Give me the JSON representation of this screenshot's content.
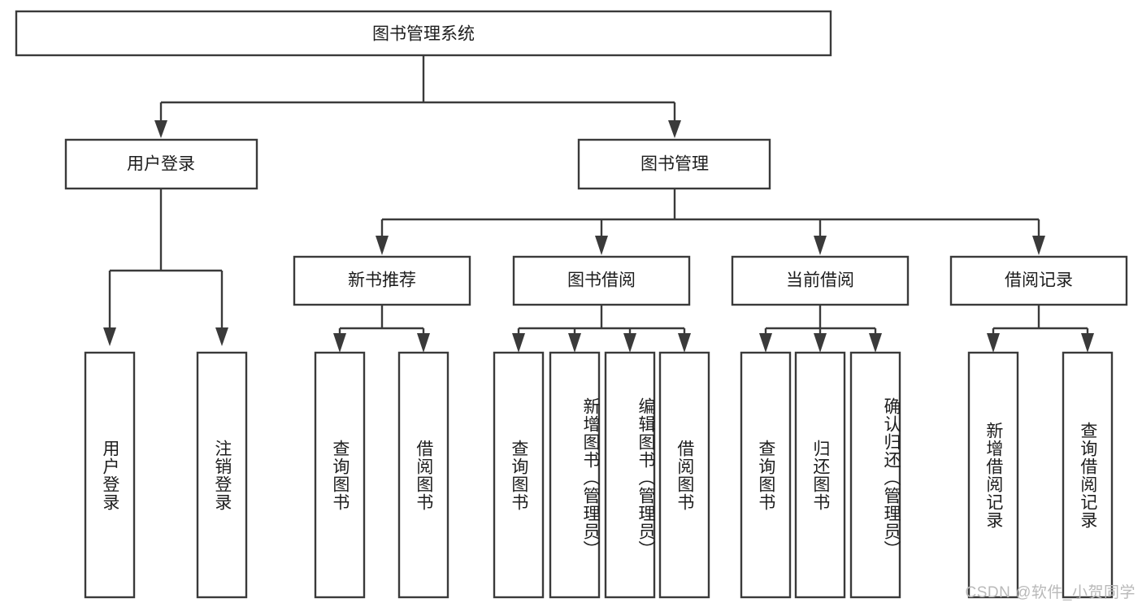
{
  "diagram": {
    "title": "图书管理系统",
    "type": "tree-hierarchy",
    "watermark": "CSDN @软件_小贺同学",
    "colors": {
      "stroke": "#3a3a3a",
      "node_fill": "#ffffff",
      "text": "#1d1d1d",
      "background": "#ffffff",
      "watermark": "#b9b9b9"
    },
    "root": {
      "label": "图书管理系统",
      "orientation": "horizontal"
    },
    "level1": [
      {
        "label": "用户登录",
        "orientation": "horizontal"
      },
      {
        "label": "图书管理",
        "orientation": "horizontal"
      }
    ],
    "level2": [
      {
        "label": "新书推荐",
        "orientation": "horizontal",
        "parent": "图书管理"
      },
      {
        "label": "图书借阅",
        "orientation": "horizontal",
        "parent": "图书管理"
      },
      {
        "label": "当前借阅",
        "orientation": "horizontal",
        "parent": "图书管理"
      },
      {
        "label": "借阅记录",
        "orientation": "horizontal",
        "parent": "图书管理"
      }
    ],
    "leaves": [
      {
        "label": "用户登录",
        "orientation": "vertical",
        "parent": "用户登录"
      },
      {
        "label": "注销登录",
        "orientation": "vertical",
        "parent": "用户登录"
      },
      {
        "label": "查询图书",
        "orientation": "vertical",
        "parent": "新书推荐"
      },
      {
        "label": "借阅图书",
        "orientation": "vertical",
        "parent": "新书推荐"
      },
      {
        "label": "查询图书",
        "orientation": "vertical",
        "parent": "图书借阅"
      },
      {
        "label": "新增图书（管理员）",
        "orientation": "vertical",
        "parent": "图书借阅"
      },
      {
        "label": "编辑图书（管理员）",
        "orientation": "vertical",
        "parent": "图书借阅"
      },
      {
        "label": "借阅图书",
        "orientation": "vertical",
        "parent": "图书借阅"
      },
      {
        "label": "查询图书",
        "orientation": "vertical",
        "parent": "当前借阅"
      },
      {
        "label": "归还图书",
        "orientation": "vertical",
        "parent": "当前借阅"
      },
      {
        "label": "确认归还（管理员）",
        "orientation": "vertical",
        "parent": "当前借阅"
      },
      {
        "label": "新增借阅记录",
        "orientation": "vertical",
        "parent": "借阅记录"
      },
      {
        "label": "查询借阅记录",
        "orientation": "vertical",
        "parent": "借阅记录"
      }
    ]
  }
}
